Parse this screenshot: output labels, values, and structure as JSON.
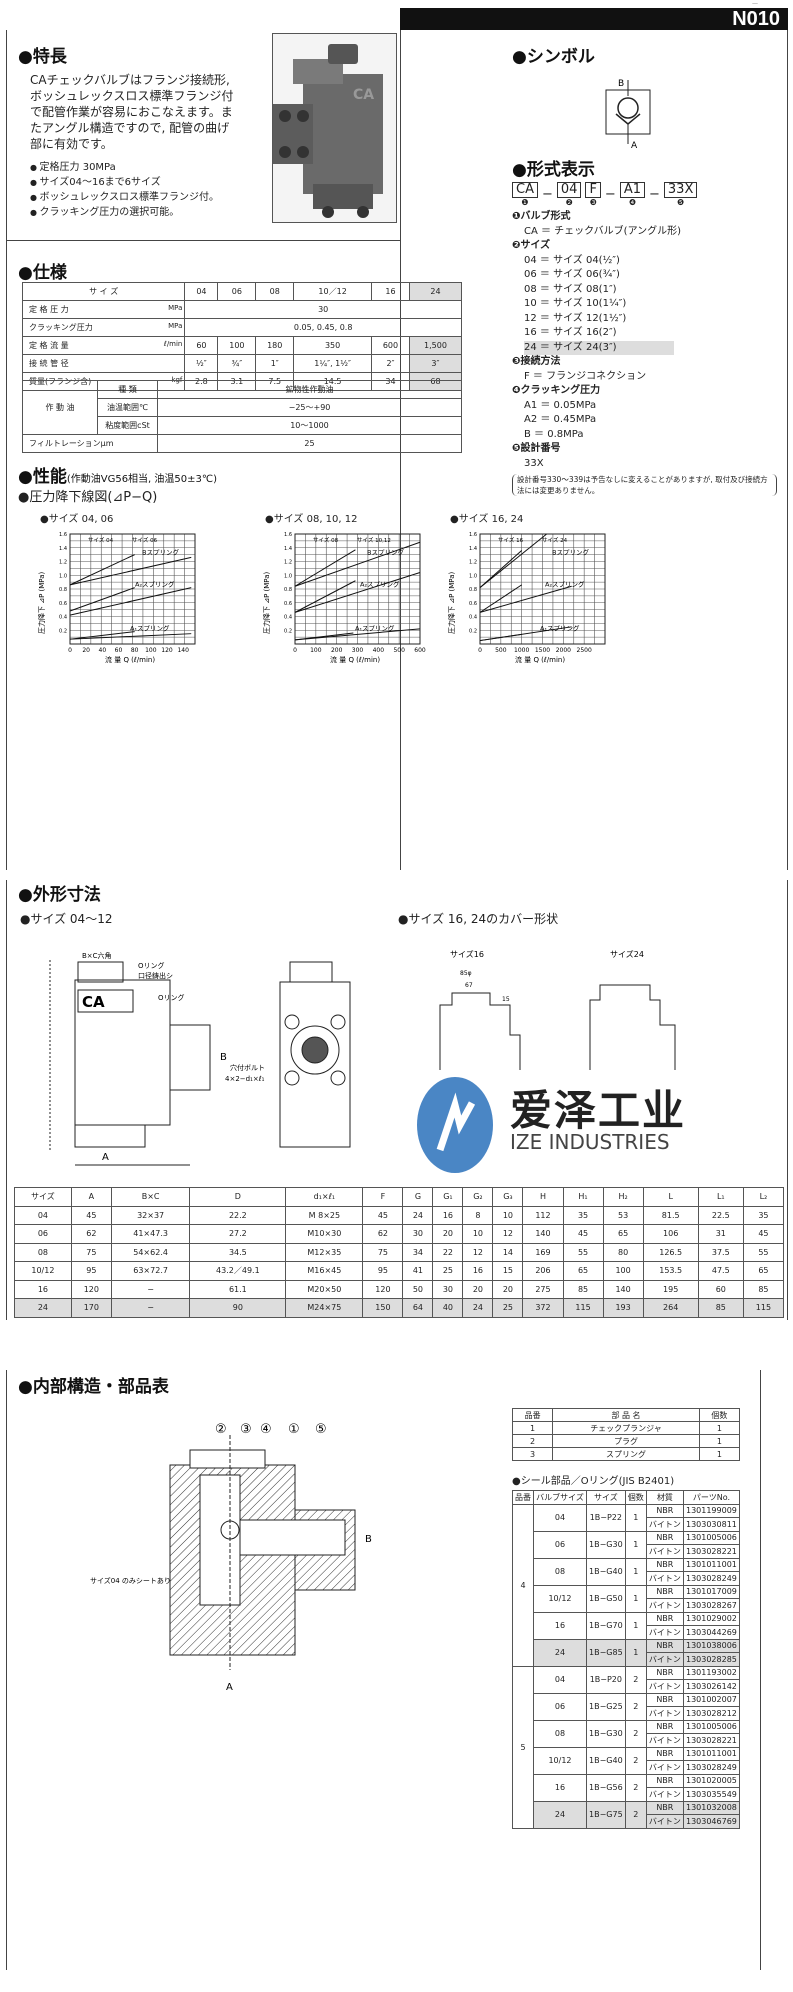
{
  "header": {
    "page_code": "N010",
    "top_note": "—"
  },
  "features": {
    "title": "●特長",
    "body": "CAチェックバルブはフランジ接続形, ボッシュレックスロス標準フランジ付で配管作業が容易におこなえます。またアングル構造ですので, 配管の曲げ部に有効です。",
    "bullets": [
      "定格圧力 30MPa",
      "サイズ04～16まで6サイズ",
      "ボッシュレックスロス標準フランジ付。",
      "クラッキング圧力の選択可能。"
    ],
    "photo_label": "CA"
  },
  "symbol": {
    "title": "●シンボル",
    "port_b": "B",
    "port_a": "A"
  },
  "model": {
    "title": "●形式表示",
    "code": [
      "CA",
      "04",
      "F",
      "A1",
      "33X"
    ],
    "sep": "−",
    "markers": [
      "❶",
      "❷",
      "❸",
      "❹",
      "❺"
    ],
    "sections": [
      {
        "head": "❶バルブ形式",
        "items": [
          "CA ＝ チェックバルブ(アングル形)"
        ]
      },
      {
        "head": "❷サイズ",
        "items": [
          "04 ＝ サイズ 04(½″)",
          "06 ＝ サイズ 06(¾″)",
          "08 ＝ サイズ 08(1″)",
          "10 ＝ サイズ 10(1¼″)",
          "12 ＝ サイズ 12(1½″)",
          "16 ＝ サイズ 16(2″)",
          "24 ＝ サイズ 24(3″)"
        ]
      },
      {
        "head": "❸接続方法",
        "items": [
          "F ＝ フランジコネクション"
        ]
      },
      {
        "head": "❹クラッキング圧力",
        "items": [
          "A1 ＝ 0.05MPa",
          "A2 ＝ 0.45MPa",
          "B ＝ 0.8MPa"
        ]
      },
      {
        "head": "❺設計番号",
        "items": [
          "33X"
        ]
      }
    ],
    "note": "設計番号330〜339は予告なしに変えることがありますが, 取付及び接続方法には変更ありません。"
  },
  "spec": {
    "title": "●仕様",
    "header": [
      "サ イ ズ",
      "04",
      "06",
      "08",
      "10／12",
      "16",
      "24"
    ],
    "rows": [
      {
        "label": "定 格 圧 力",
        "unit": "MPa",
        "span": "30"
      },
      {
        "label": "クラッキング圧力",
        "unit": "MPa",
        "span": "0.05, 0.45, 0.8"
      },
      {
        "label": "定 格 流 量",
        "unit": "ℓ/min",
        "values": [
          "60",
          "100",
          "180",
          "350",
          "600",
          "1,500"
        ]
      },
      {
        "label": "接 続 管 径",
        "unit": "",
        "values": [
          "½″",
          "¾″",
          "1″",
          "1¼″, 1½″",
          "2″",
          "3″"
        ]
      },
      {
        "label": "質量(フランジ含)",
        "unit": "kgf",
        "values": [
          "2.8",
          "3.1",
          "7.5",
          "14.5",
          "34",
          "68"
        ]
      }
    ],
    "oil": {
      "group": "作 動 油",
      "rows": [
        [
          "種 類",
          "鉱物性作動油"
        ],
        [
          "油温範囲℃",
          "−25～+90"
        ],
        [
          "粘度範囲cSt",
          "10～1000"
        ]
      ],
      "filtration_label": "フィルトレーションμm",
      "filtration": "25"
    }
  },
  "performance": {
    "title": "●性能",
    "subtitle": "(作動油VG56相当, 油温50±3℃)",
    "chart_title": "●圧力降下線図(⊿P−Q)",
    "ylabel": "圧力降下 ⊿P (MPa)",
    "xlabel": "流 量 Q (ℓ/min)",
    "charts": [
      {
        "title": "●サイズ 04, 06",
        "xmax": 150,
        "xticks": [
          0,
          20,
          40,
          60,
          80,
          100,
          120,
          140
        ],
        "ymax": 1.6,
        "yticks": [
          0.2,
          0.4,
          0.6,
          0.8,
          1.0,
          1.2,
          1.4,
          1.6
        ],
        "size_labels": [
          "サイズ 04",
          "サイズ 06"
        ],
        "spring_labels": [
          "Bスプリング",
          "A₂スプリング",
          "A₁スプリング"
        ],
        "lines": [
          [
            [
              0,
              0.86
            ],
            [
              80,
              1.3
            ]
          ],
          [
            [
              0,
              0.86
            ],
            [
              150,
              1.26
            ]
          ],
          [
            [
              0,
              0.48
            ],
            [
              80,
              0.82
            ]
          ],
          [
            [
              0,
              0.42
            ],
            [
              150,
              0.82
            ]
          ],
          [
            [
              0,
              0.07
            ],
            [
              80,
              0.18
            ]
          ],
          [
            [
              0,
              0.07
            ],
            [
              150,
              0.15
            ]
          ]
        ]
      },
      {
        "title": "●サイズ 08, 10, 12",
        "xmax": 600,
        "xticks": [
          0,
          100,
          200,
          300,
          400,
          500,
          600
        ],
        "ymax": 1.6,
        "yticks": [
          0.2,
          0.4,
          0.6,
          0.8,
          1.0,
          1.2,
          1.4,
          1.6
        ],
        "size_labels": [
          "サイズ 08",
          "サイズ 10,12"
        ],
        "spring_labels": [
          "Bスプリング",
          "A₂スプリング",
          "A₁スプリング"
        ],
        "lines": [
          [
            [
              0,
              0.84
            ],
            [
              290,
              1.37
            ]
          ],
          [
            [
              0,
              0.84
            ],
            [
              600,
              1.48
            ]
          ],
          [
            [
              0,
              0.46
            ],
            [
              290,
              0.92
            ]
          ],
          [
            [
              0,
              0.46
            ],
            [
              600,
              1.04
            ]
          ],
          [
            [
              0,
              0.06
            ],
            [
              280,
              0.16
            ]
          ],
          [
            [
              0,
              0.06
            ],
            [
              600,
              0.22
            ]
          ]
        ]
      },
      {
        "title": "●サイズ 16, 24",
        "xmax": 3000,
        "xticks": [
          0,
          500,
          1000,
          1500,
          2000,
          2500
        ],
        "ymax": 1.6,
        "yticks": [
          0.2,
          0.4,
          0.6,
          0.8,
          1.0,
          1.2,
          1.4,
          1.6
        ],
        "size_labels": [
          "サイズ 16",
          "サイズ 24"
        ],
        "spring_labels": [
          "Bスプリング",
          "A₂スプリング",
          "A₁スプリング"
        ],
        "lines": [
          [
            [
              0,
              0.82
            ],
            [
              1000,
              1.36
            ]
          ],
          [
            [
              0,
              0.82
            ],
            [
              1600,
              1.6
            ]
          ],
          [
            [
              0,
              0.46
            ],
            [
              1000,
              0.86
            ]
          ],
          [
            [
              0,
              0.46
            ],
            [
              2200,
              0.84
            ]
          ],
          [
            [
              0,
              0.05
            ],
            [
              1000,
              0.14
            ]
          ],
          [
            [
              0,
              0.05
            ],
            [
              2200,
              0.25
            ]
          ]
        ]
      }
    ]
  },
  "dimensions": {
    "title": "●外形寸法",
    "sub1": "●サイズ 04～12",
    "sub2": "●サイズ 16, 24のカバー形状",
    "labels": {
      "hex": "B×C六角",
      "oring1": "Oリング",
      "cast": "口径鋳出シ",
      "oring2": "Oリング",
      "bolt": "穴付ボルト",
      "bolt_spec": "4×2−d₁×ℓ₁",
      "a": "A",
      "b": "B",
      "size16": "サイズ16",
      "size24": "サイズ24",
      "d85": "85φ",
      "d67": "67",
      "t15": "15"
    },
    "header": [
      "サイズ",
      "A",
      "B×C",
      "D",
      "d₁×ℓ₁",
      "F",
      "G",
      "G₁",
      "G₂",
      "G₃",
      "H",
      "H₁",
      "H₂",
      "L",
      "L₁",
      "L₂"
    ],
    "rows": [
      [
        "04",
        "45",
        "32×37",
        "22.2",
        "M 8×25",
        "45",
        "24",
        "16",
        "8",
        "10",
        "112",
        "35",
        "53",
        "81.5",
        "22.5",
        "35"
      ],
      [
        "06",
        "62",
        "41×47.3",
        "27.2",
        "M10×30",
        "62",
        "30",
        "20",
        "10",
        "12",
        "140",
        "45",
        "65",
        "106",
        "31",
        "45"
      ],
      [
        "08",
        "75",
        "54×62.4",
        "34.5",
        "M12×35",
        "75",
        "34",
        "22",
        "12",
        "14",
        "169",
        "55",
        "80",
        "126.5",
        "37.5",
        "55"
      ],
      [
        "10/12",
        "95",
        "63×72.7",
        "43.2／49.1",
        "M16×45",
        "95",
        "41",
        "25",
        "16",
        "15",
        "206",
        "65",
        "100",
        "153.5",
        "47.5",
        "65"
      ],
      [
        "16",
        "120",
        "−",
        "61.1",
        "M20×50",
        "120",
        "50",
        "30",
        "20",
        "20",
        "275",
        "85",
        "140",
        "195",
        "60",
        "85"
      ],
      [
        "24",
        "170",
        "−",
        "90",
        "M24×75",
        "150",
        "64",
        "40",
        "24",
        "25",
        "372",
        "115",
        "193",
        "264",
        "85",
        "115"
      ]
    ]
  },
  "logo": {
    "cn": "爱泽工业",
    "en": "IZE INDUSTRIES",
    "color": "#4a86c5"
  },
  "internal": {
    "title": "●内部構造・部品表",
    "callouts": [
      "②",
      "③",
      "④",
      "①",
      "⑤"
    ],
    "port_a": "A",
    "port_b": "B",
    "note": "サイズ04 のみシートあり"
  },
  "parts": {
    "header": [
      "品番",
      "部 品 名",
      "個数"
    ],
    "rows": [
      [
        "1",
        "チェックプランジャ",
        "1"
      ],
      [
        "2",
        "プラグ",
        "1"
      ],
      [
        "3",
        "スプリング",
        "1"
      ]
    ]
  },
  "seals": {
    "title": "●シール部品／Oリング(JIS B2401)",
    "header": [
      "品番",
      "バルブサイズ",
      "サイズ",
      "個数",
      "材質",
      "パーツNo."
    ],
    "groups": [
      {
        "no": "4",
        "rows": [
          {
            "valve": "04",
            "size": "1B−P22",
            "qty": "1",
            "nbr": "1301199009",
            "viton": "1303030811"
          },
          {
            "valve": "06",
            "size": "1B−G30",
            "qty": "1",
            "nbr": "1301005006",
            "viton": "1303028221"
          },
          {
            "valve": "08",
            "size": "1B−G40",
            "qty": "1",
            "nbr": "1301011001",
            "viton": "1303028249"
          },
          {
            "valve": "10/12",
            "size": "1B−G50",
            "qty": "1",
            "nbr": "1301017009",
            "viton": "1303028267"
          },
          {
            "valve": "16",
            "size": "1B−G70",
            "qty": "1",
            "nbr": "1301029002",
            "viton": "1303044269"
          },
          {
            "valve": "24",
            "size": "1B−G85",
            "qty": "1",
            "nbr": "1301038006",
            "viton": "1303028285"
          }
        ]
      },
      {
        "no": "5",
        "rows": [
          {
            "valve": "04",
            "size": "1B−P20",
            "qty": "2",
            "nbr": "1301193002",
            "viton": "1303026142"
          },
          {
            "valve": "06",
            "size": "1B−G25",
            "qty": "2",
            "nbr": "1301002007",
            "viton": "1303028212"
          },
          {
            "valve": "08",
            "size": "1B−G30",
            "qty": "2",
            "nbr": "1301005006",
            "viton": "1303028221"
          },
          {
            "valve": "10/12",
            "size": "1B−G40",
            "qty": "2",
            "nbr": "1301011001",
            "viton": "1303028249"
          },
          {
            "valve": "16",
            "size": "1B−G56",
            "qty": "2",
            "nbr": "1301020005",
            "viton": "1303035549"
          },
          {
            "valve": "24",
            "size": "1B−G75",
            "qty": "2",
            "nbr": "1301032008",
            "viton": "1303046769"
          }
        ]
      }
    ],
    "mat_nbr": "NBR",
    "mat_viton": "バイトン"
  }
}
